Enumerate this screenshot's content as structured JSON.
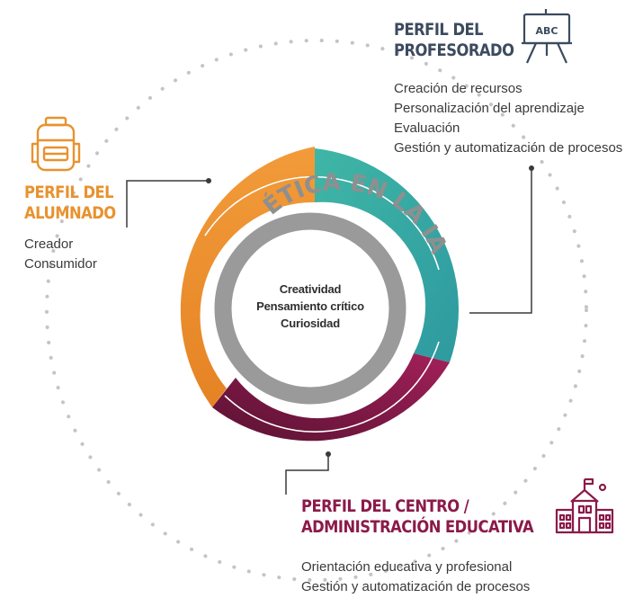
{
  "core": {
    "values": [
      "Creatividad",
      "Pensamiento crítico",
      "Curiosidad"
    ],
    "ring_text": "ÉTICA EN LA IA"
  },
  "profiles": {
    "alumnado": {
      "title_lines": [
        "PERFIL DEL",
        "ALUMNADO"
      ],
      "items": [
        "Creador",
        "Consumidor"
      ],
      "color": "#e8922f",
      "icon": "backpack-icon"
    },
    "profesorado": {
      "title_lines": [
        "PERFIL DEL",
        "PROFESORADO"
      ],
      "items": [
        "Creación de recursos",
        "Personalización del aprendizaje",
        "Evaluación",
        "Gestión y automatización de procesos"
      ],
      "color": "#3aa8a3",
      "title_color": "#3c4b5f",
      "icon": "presentation-board-icon",
      "icon_text": "ABC"
    },
    "centro": {
      "title_lines": [
        "PERFIL DEL CENTRO /",
        "ADMINISTRACIÓN EDUCATIVA"
      ],
      "items": [
        "Orientación educativa y profesional",
        "Gestión y automatización de procesos"
      ],
      "color": "#8b1a4a",
      "icon": "school-building-icon"
    }
  },
  "colors": {
    "inner_ring": "#9a9a9a",
    "dots": "#c4c4c4",
    "connector": "#3a3a3a"
  }
}
